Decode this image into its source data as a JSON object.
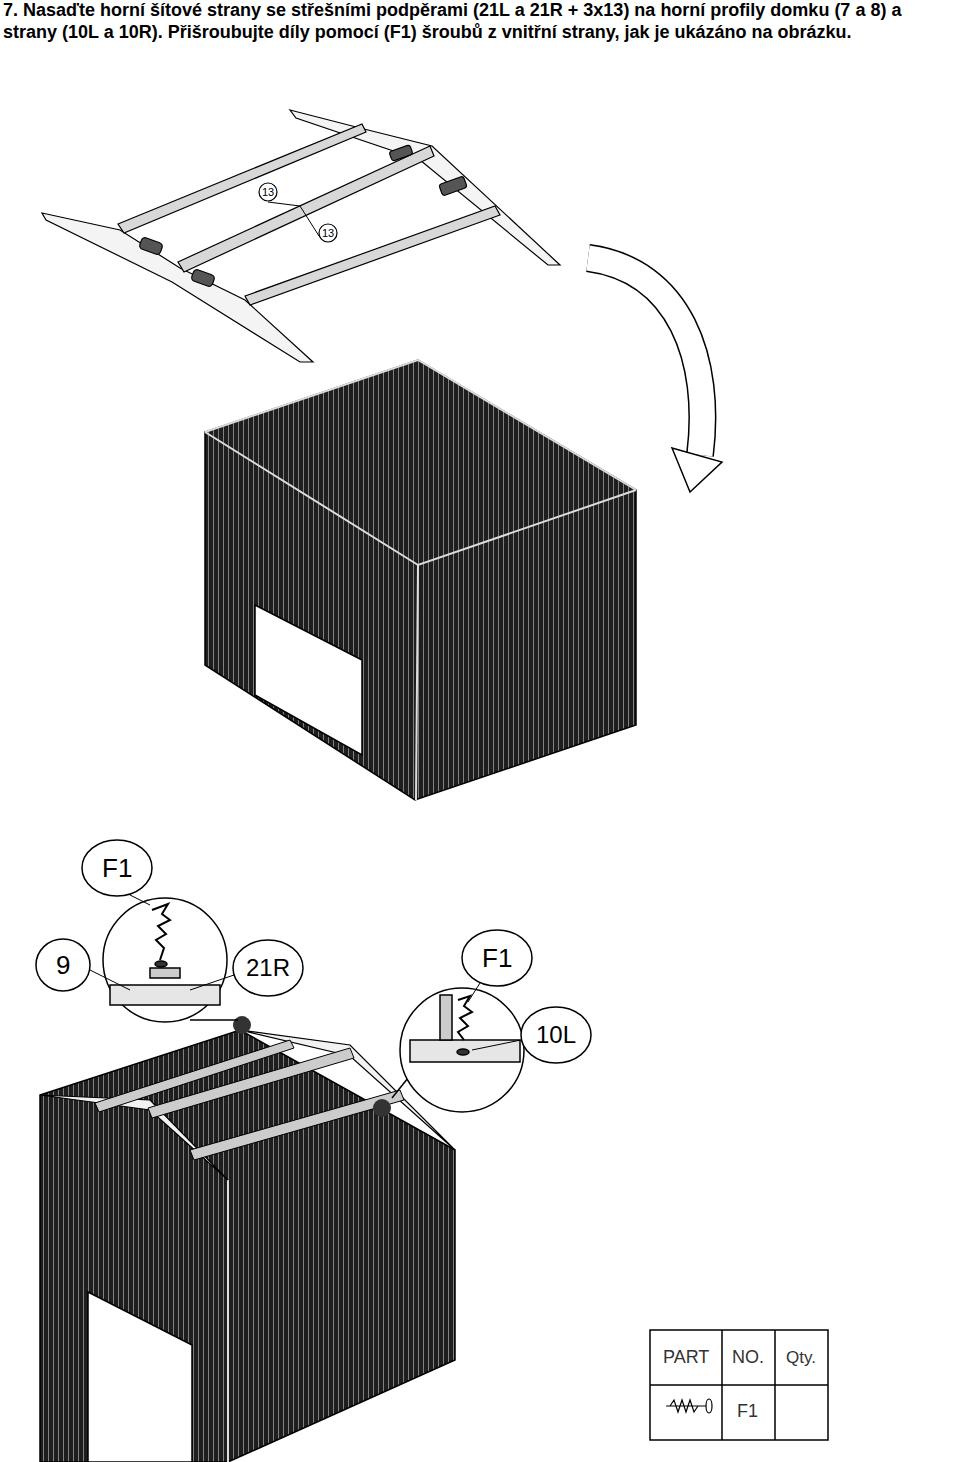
{
  "diagram": {
    "title": "7. Nasaďte horní šítové strany se střešními podpěrami (21L a 21R + 3x13) na horní profily domku (7 a 8) a strany (10L a 10R). Přišroubujte díly pomocí (F1) šroubů z vnitřní strany, jak je ukázáno na obrázku.",
    "labels": [
      "13",
      "13",
      "F1",
      "9",
      "21R",
      "F1",
      "10L",
      "PART",
      "NO.",
      "Qty.",
      "F1"
    ]
  }
}
